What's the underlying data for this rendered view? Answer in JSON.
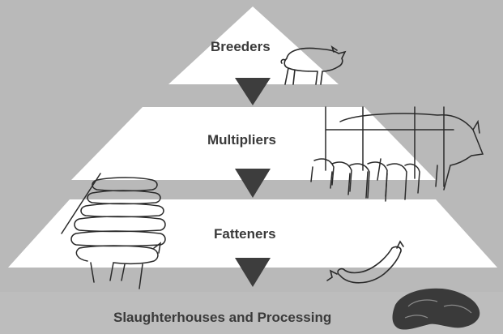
{
  "tiers": {
    "breeders": "Breeders",
    "multipliers": "Multipliers",
    "fatteners": "Fatteners",
    "slaughter": "Slaughterhouses and Processing"
  },
  "colors": {
    "background": "#b9b9b9",
    "tier_fill": "#ffffff",
    "arrow": "#3d3d3d",
    "text": "#3a3a3a",
    "meat": "#3a3a3a"
  },
  "icons": [
    "pig-icon",
    "sow-with-piglets-icon",
    "pig-stack-icon",
    "sausage-icon",
    "steak-icon"
  ]
}
